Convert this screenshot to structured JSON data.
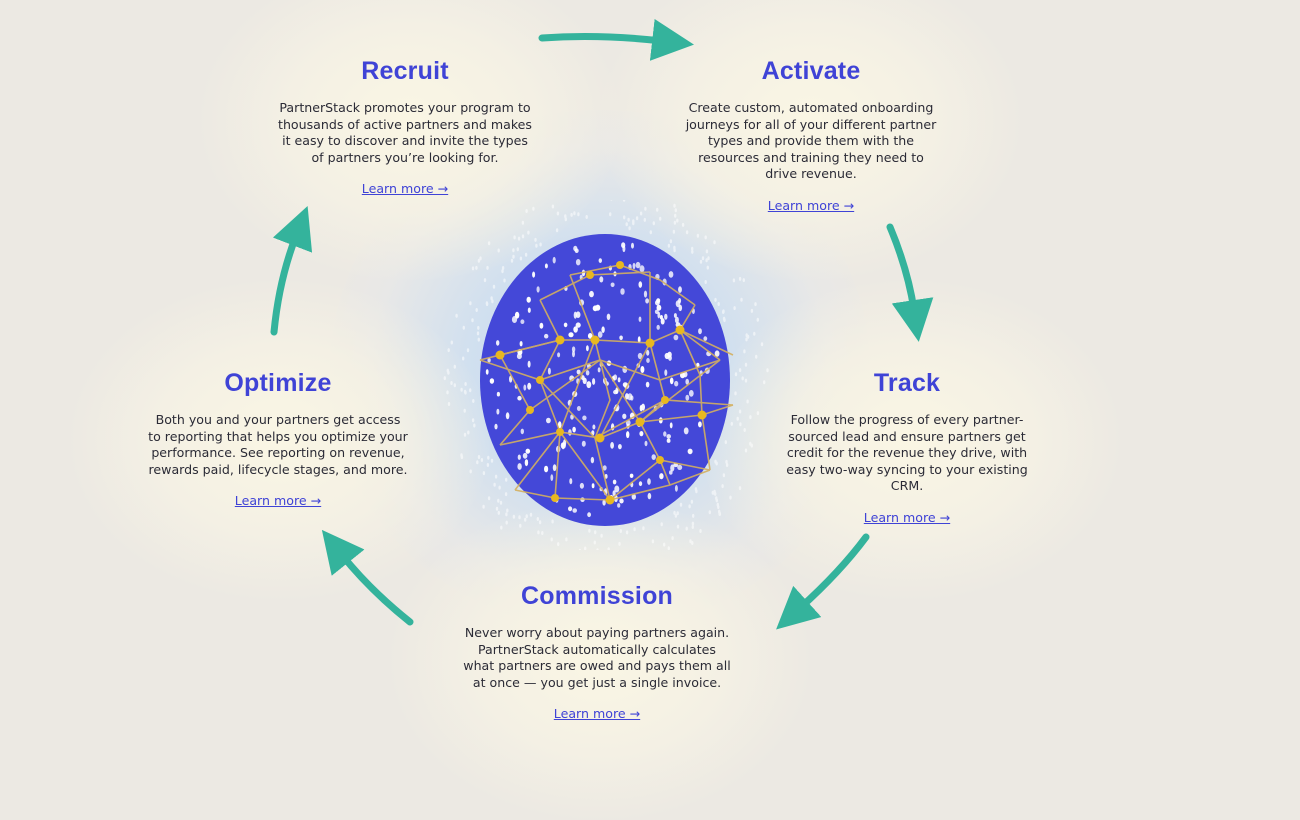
{
  "stages": {
    "recruit": {
      "title": "Recruit",
      "description": "PartnerStack promotes your program to thousands of active partners and makes it easy to discover and invite the types of partners you’re looking for.",
      "link": "Learn more →"
    },
    "activate": {
      "title": "Activate",
      "description": "Create custom, automated onboarding journeys for all of your different partner types and provide them with the resources and training they need to drive revenue.",
      "link": "Learn more →"
    },
    "track": {
      "title": "Track",
      "description": "Follow the progress of every partner-sourced lead and ensure partners get credit for the revenue they drive, with easy two-way syncing to your existing CRM.",
      "link": "Learn more →"
    },
    "commission": {
      "title": "Commission",
      "description": "Never worry about paying partners again. PartnerStack automatically calculates what partners are owed and pays them all at once — you get just a single invoice.",
      "link": "Learn more →"
    },
    "optimize": {
      "title": "Optimize",
      "description": "Both you and your partners get access to reporting that helps you optimize your performance. See reporting on revenue, rewards paid, lifecycle stages, and more.",
      "link": "Learn more →"
    }
  },
  "colors": {
    "title": "#3f43d6",
    "link": "#3f43d6",
    "arrow": "#34b39c",
    "globe": "#4448d8",
    "network": "#d4b060",
    "node": "#e8b820",
    "background": "#ece9e3"
  },
  "icons": {
    "globe": "network-globe-illustration",
    "arrow": "curved-cycle-arrow"
  }
}
